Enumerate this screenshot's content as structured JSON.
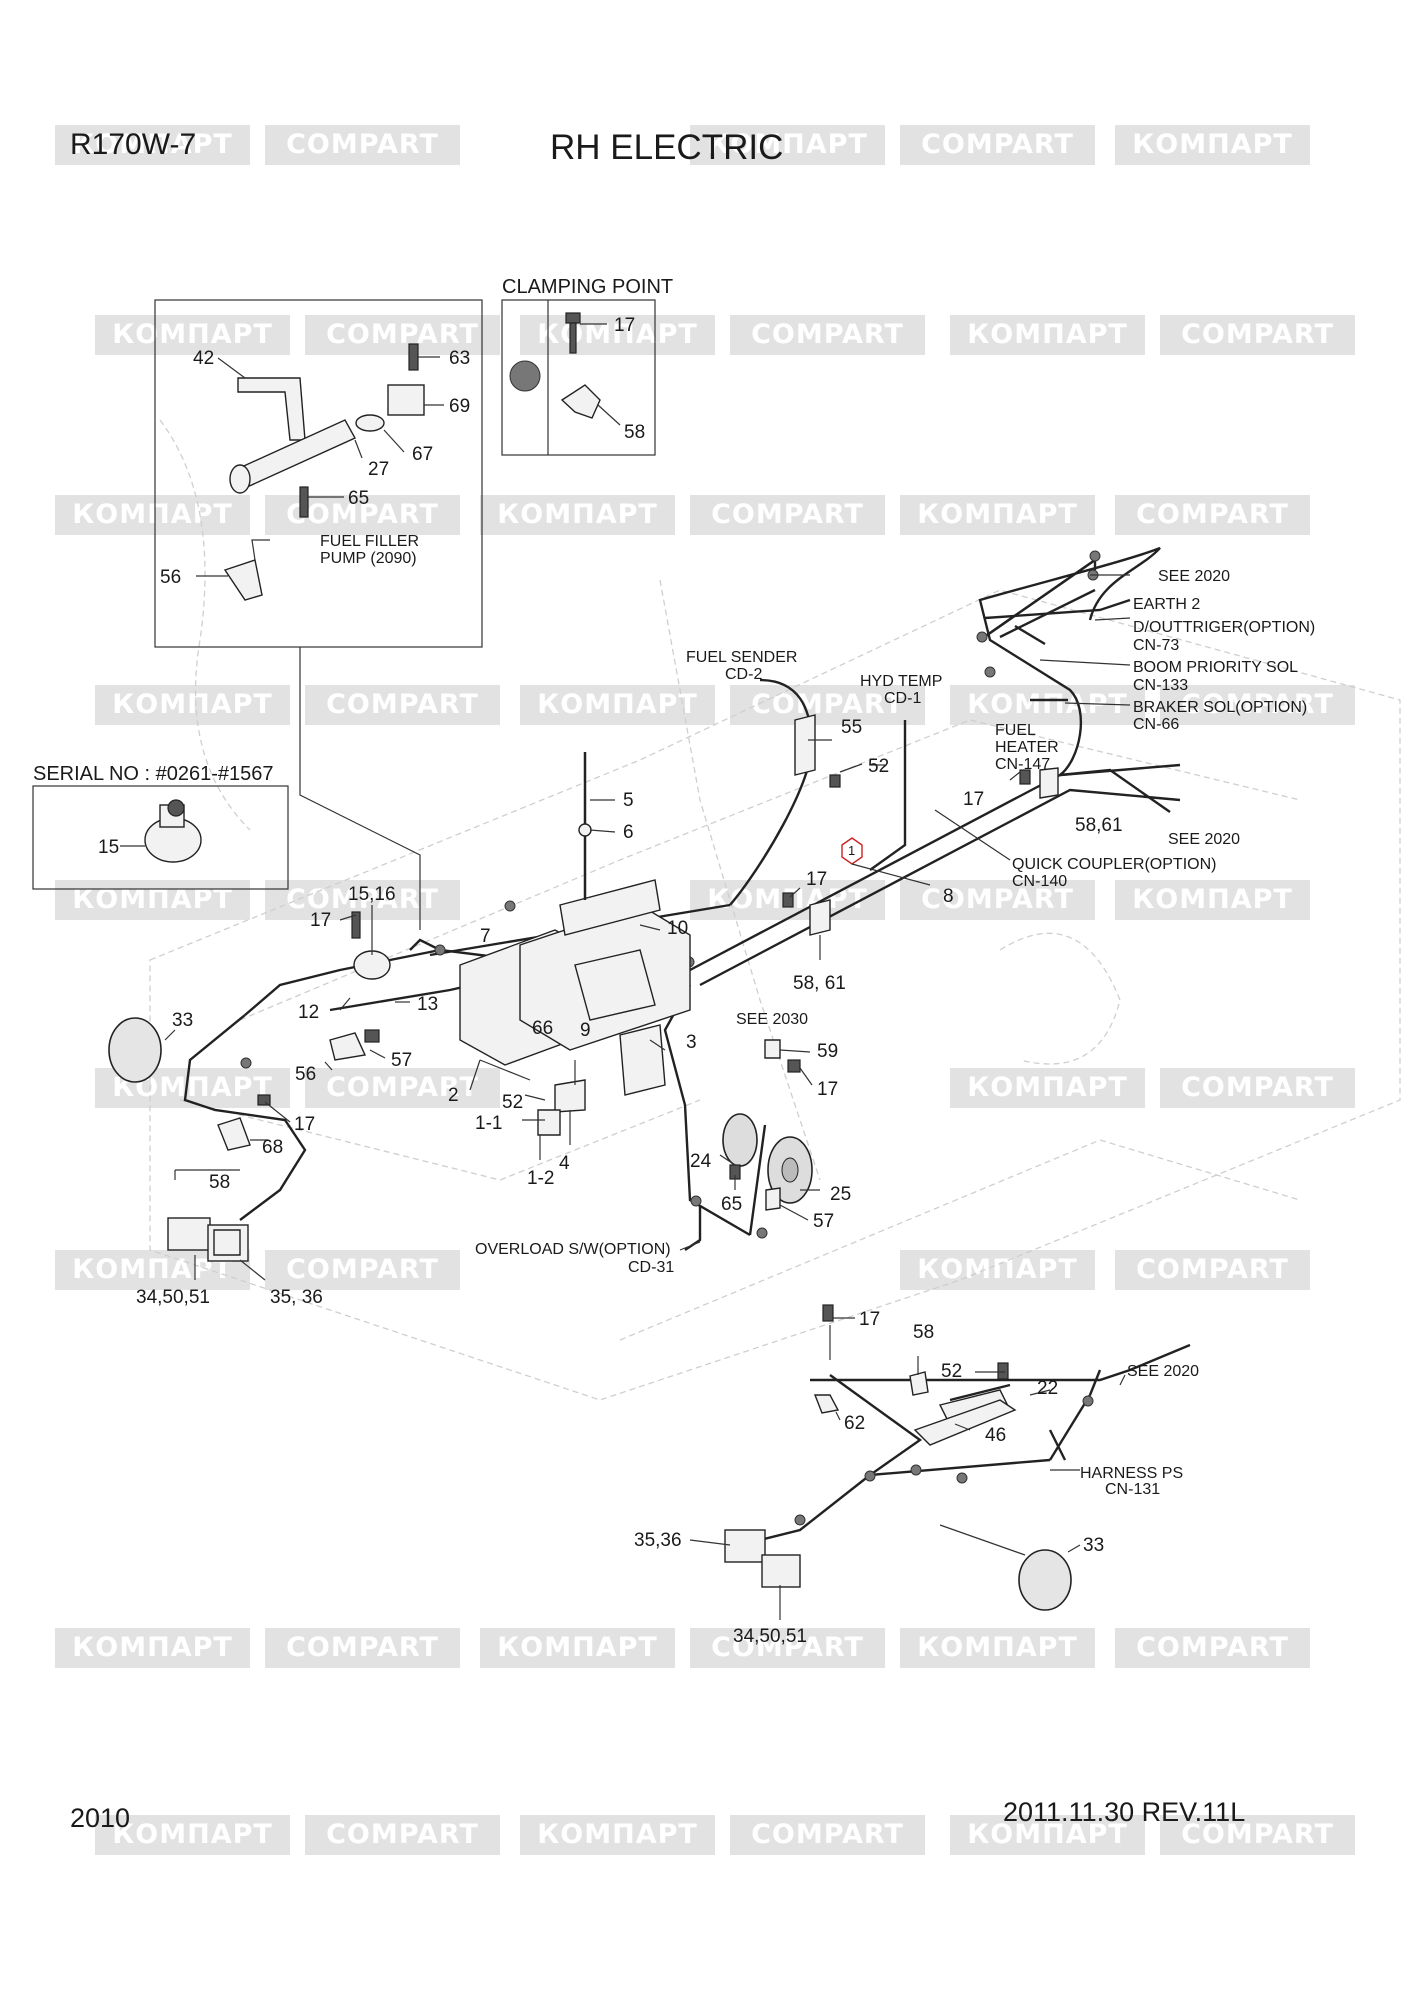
{
  "header": {
    "model": "R170W-7",
    "title": "RH ELECTRIC"
  },
  "footer": {
    "page": "2010",
    "date_rev": "2011.11.30  REV.11L"
  },
  "watermark": {
    "left_text": "КОМПАРТ",
    "right_text": "COMPART"
  },
  "insets": {
    "clamping_point": {
      "title": "CLAMPING POINT",
      "labels": [
        "17",
        "58"
      ]
    },
    "fuel_filler": {
      "labels": [
        "42",
        "63",
        "69",
        "27",
        "67",
        "65",
        "56"
      ],
      "note_line1": "FUEL FILLER",
      "note_line2": "PUMP (2090)"
    },
    "serial": {
      "title": "SERIAL NO : #0261-#1567",
      "label": "15"
    }
  },
  "callouts": {
    "see2020_a": "SEE 2020",
    "earth2": "EARTH 2",
    "outtrigger": "D/OUTTRIGER(OPTION)",
    "cn73": "CN-73",
    "boom_priority": "BOOM PRIORITY SOL",
    "cn133": "CN-133",
    "braker": "BRAKER SOL(OPTION)",
    "cn66": "CN-66",
    "fuel_sender": "FUEL SENDER",
    "cd2": "CD-2",
    "hyd_temp": "HYD TEMP",
    "cd1": "CD-1",
    "fuel_heater1": "FUEL",
    "fuel_heater2": "HEATER",
    "cn147": "CN-147",
    "see2020_b": "SEE 2020",
    "quick_coupler": "QUICK COUPLER(OPTION)",
    "cn140": "CN-140",
    "see2030": "SEE 2030",
    "overload": "OVERLOAD S/W(OPTION)",
    "cd31": "CD-31",
    "see2020_c": "SEE 2020",
    "harness_ps": "HARNESS PS",
    "cn131": "CN-131"
  },
  "part_numbers": {
    "p55": "55",
    "p52a": "52",
    "p17a": "17",
    "p58_61a": "58,61",
    "p5": "5",
    "p6": "6",
    "p1": "1",
    "p17b": "17",
    "p8": "8",
    "p15_16": "15,16",
    "p17c": "17",
    "p10": "10",
    "p7": "7",
    "p12": "12",
    "p13": "13",
    "p58_61b": "58, 61",
    "p33a": "33",
    "p9": "9",
    "p66": "66",
    "p3": "3",
    "p59": "59",
    "p56": "56",
    "p57a": "57",
    "p2": "2",
    "p17d": "17",
    "p52b": "52",
    "p1_1": "1-1",
    "p17e": "17",
    "p68": "68",
    "p1_2": "1-2",
    "p4": "4",
    "p24": "24",
    "p65": "65",
    "p25": "25",
    "p57b": "57",
    "p58a": "58",
    "p34_50_51a": "34,50,51",
    "p35_36a": "35, 36",
    "p17f": "17",
    "p58b": "58",
    "p52c": "52",
    "p22": "22",
    "p62": "62",
    "p46": "46",
    "p35_36b": "35,36",
    "p33b": "33",
    "p34_50_51b": "34,50,51"
  }
}
